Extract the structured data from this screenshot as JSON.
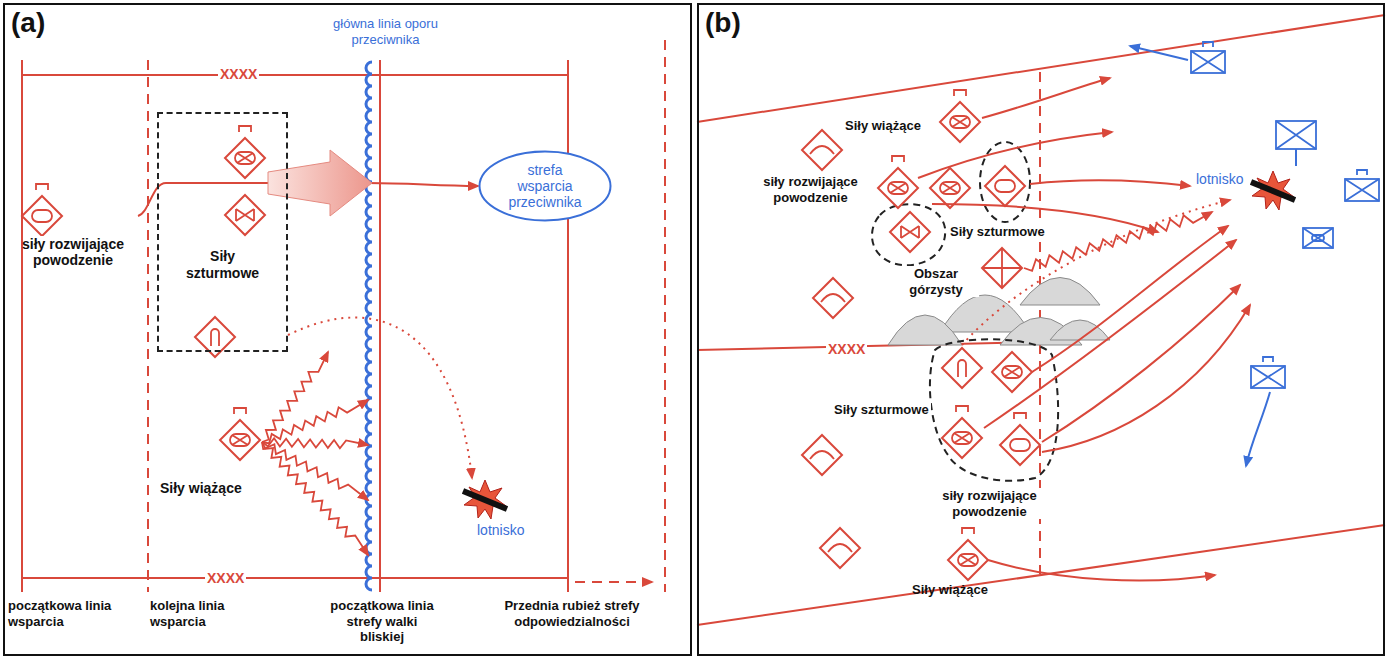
{
  "diagram": {
    "nodes": [
      {
        "text": [
          "(a)"
        ]
      },
      {
        "text": [
          "Siły szturmowe"
        ],
        "in": 0
      },
      {
        "text": [
          "siły rozwijające powodzenie"
        ],
        "in": 0
      },
      {
        "text": [
          "strefa wsparcia przeciwnika"
        ],
        "in": 0
      },
      {
        "text": [
          "lotnisko"
        ],
        "in": 0
      },
      {
        "text": [
          "(b)"
        ]
      },
      {
        "text": [
          "lotnisko"
        ],
        "in": 5
      }
    ],
    "edges": [
      {
        "from": 2,
        "to": 3,
        "arrow": "to"
      },
      {
        "from": 1,
        "to": 4,
        "arrow": "to"
      }
    ],
    "labels": [
      "XXXX",
      "XXXX",
      "główna linia oporu przeciwnika",
      "Siły wiążące",
      "początkowa linia wsparcia",
      "kolejna linia wsparcia",
      "początkowa linia strefy walki bliskiej",
      "Przednia rubież strefy odpowiedzialności",
      "Siły wiążące",
      "siły rozwijające powodzenie",
      "Siły szturmowe",
      "Obszar górzysty",
      "XXXX",
      "Siły szturmowe",
      "siły rozwijające powodzenie",
      "Siły wiążące"
    ]
  }
}
